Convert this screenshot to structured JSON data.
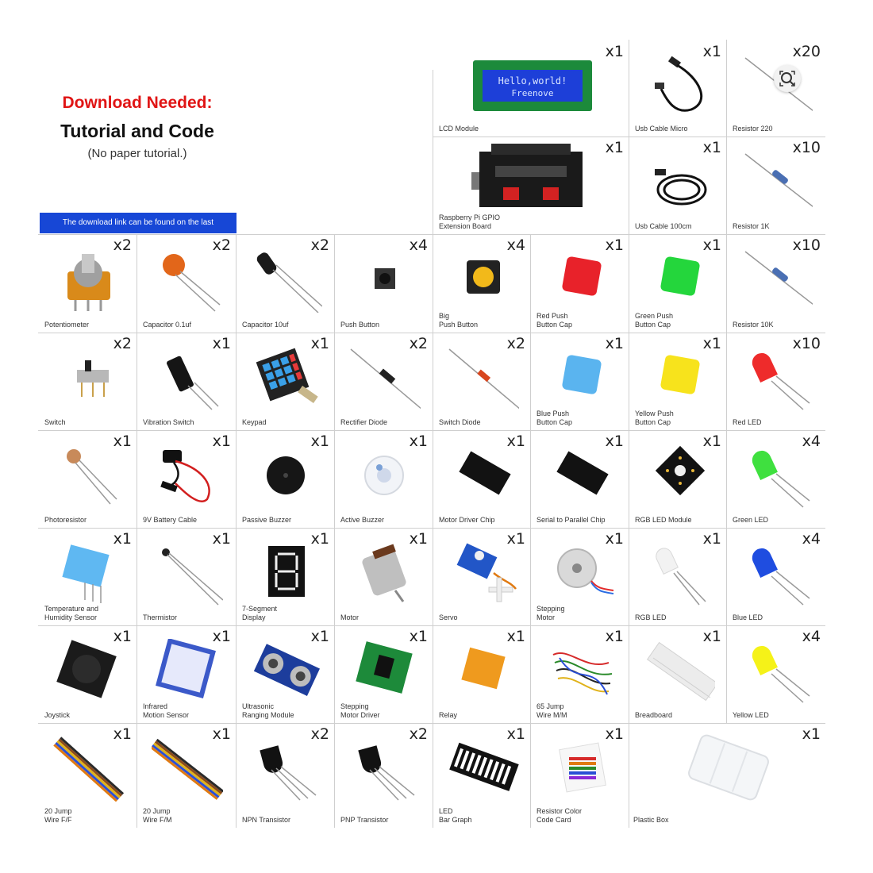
{
  "header": {
    "download_needed": "Download Needed:",
    "tutorial_and_code": "Tutorial and Code",
    "no_paper": "(No paper tutorial.)",
    "blue_banner": "The download link can be found on the last"
  },
  "top_items": [
    {
      "id": "lcd",
      "label": "LCD Module",
      "qty": "x1"
    },
    {
      "id": "usb-micro",
      "label": "Usb Cable Micro",
      "qty": "x1"
    },
    {
      "id": "resistor-220",
      "label": "Resistor 220",
      "qty": "x20"
    },
    {
      "id": "gpio",
      "label": "Raspberry Pi GPIO\nExtension Board",
      "qty": "x1"
    },
    {
      "id": "usb-100cm",
      "label": "Usb Cable 100cm",
      "qty": "x1"
    },
    {
      "id": "resistor-1k",
      "label": "Resistor 1K",
      "qty": "x10"
    }
  ],
  "grid_rows": [
    [
      {
        "id": "potentiometer",
        "label": "Potentiometer",
        "qty": "x2"
      },
      {
        "id": "capacitor-01",
        "label": "Capacitor 0.1uf",
        "qty": "x2"
      },
      {
        "id": "capacitor-10",
        "label": "Capacitor 10uf",
        "qty": "x2"
      },
      {
        "id": "push-button",
        "label": "Push Button",
        "qty": "x4"
      },
      {
        "id": "big-push-button",
        "label": "Big\nPush Button",
        "qty": "x4"
      },
      {
        "id": "red-cap",
        "label": "Red Push\nButton Cap",
        "qty": "x1"
      },
      {
        "id": "green-cap",
        "label": "Green Push\nButton Cap",
        "qty": "x1"
      },
      {
        "id": "resistor-10k",
        "label": "Resistor 10K",
        "qty": "x10"
      }
    ],
    [
      {
        "id": "switch",
        "label": "Switch",
        "qty": "x2"
      },
      {
        "id": "vibration-switch",
        "label": "Vibration Switch",
        "qty": "x1"
      },
      {
        "id": "keypad",
        "label": "Keypad",
        "qty": "x1"
      },
      {
        "id": "rectifier-diode",
        "label": "Rectifier Diode",
        "qty": "x2"
      },
      {
        "id": "switch-diode",
        "label": "Switch Diode",
        "qty": "x2"
      },
      {
        "id": "blue-cap",
        "label": "Blue Push\nButton Cap",
        "qty": "x1"
      },
      {
        "id": "yellow-cap",
        "label": "Yellow Push\nButton Cap",
        "qty": "x1"
      },
      {
        "id": "red-led",
        "label": "Red LED",
        "qty": "x10"
      }
    ],
    [
      {
        "id": "photoresistor",
        "label": "Photoresistor",
        "qty": "x1"
      },
      {
        "id": "battery-cable",
        "label": "9V Battery Cable",
        "qty": "x1"
      },
      {
        "id": "passive-buzzer",
        "label": "Passive Buzzer",
        "qty": "x1"
      },
      {
        "id": "active-buzzer",
        "label": "Active Buzzer",
        "qty": "x1"
      },
      {
        "id": "motor-driver-chip",
        "label": "Motor Driver Chip",
        "qty": "x1"
      },
      {
        "id": "serial-parallel",
        "label": "Serial to Parallel Chip",
        "qty": "x1"
      },
      {
        "id": "rgb-led-module",
        "label": "RGB LED Module",
        "qty": "x1"
      },
      {
        "id": "green-led",
        "label": "Green LED",
        "qty": "x4"
      }
    ],
    [
      {
        "id": "temp-sensor",
        "label": "Temperature and\nHumidity Sensor",
        "qty": "x1"
      },
      {
        "id": "thermistor",
        "label": "Thermistor",
        "qty": "x1"
      },
      {
        "id": "seven-seg",
        "label": "7-Segment\nDisplay",
        "qty": "x1"
      },
      {
        "id": "motor",
        "label": "Motor",
        "qty": "x1"
      },
      {
        "id": "servo",
        "label": "Servo",
        "qty": "x1"
      },
      {
        "id": "stepping-motor",
        "label": "Stepping\nMotor",
        "qty": "x1"
      },
      {
        "id": "rgb-led",
        "label": "RGB LED",
        "qty": "x1"
      },
      {
        "id": "blue-led",
        "label": "Blue LED",
        "qty": "x4"
      }
    ],
    [
      {
        "id": "joystick",
        "label": "Joystick",
        "qty": "x1"
      },
      {
        "id": "infrared-sensor",
        "label": "Infrared\nMotion Sensor",
        "qty": "x1"
      },
      {
        "id": "ultrasonic",
        "label": "Ultrasonic\nRanging Module",
        "qty": "x1"
      },
      {
        "id": "stepper-driver",
        "label": "Stepping\nMotor Driver",
        "qty": "x1"
      },
      {
        "id": "relay",
        "label": "Relay",
        "qty": "x1"
      },
      {
        "id": "jumper-65",
        "label": "65 Jump\nWire M/M",
        "qty": "x1"
      },
      {
        "id": "breadboard",
        "label": "Breadboard",
        "qty": "x1"
      },
      {
        "id": "yellow-led",
        "label": "Yellow LED",
        "qty": "x4"
      }
    ],
    [
      {
        "id": "jump-ff",
        "label": "20 Jump\nWire F/F",
        "qty": "x1"
      },
      {
        "id": "jump-mf",
        "label": "20 Jump\nWire F/M",
        "qty": "x1"
      },
      {
        "id": "npn",
        "label": "NPN Transistor",
        "qty": "x2"
      },
      {
        "id": "pnp",
        "label": "PNP Transistor",
        "qty": "x2"
      },
      {
        "id": "bar-graph",
        "label": "LED\nBar Graph",
        "qty": "x1"
      },
      {
        "id": "color-card",
        "label": "Resistor Color\nCode Card",
        "qty": "x1"
      },
      {
        "id": "plastic-box",
        "label": "Plastic Box",
        "qty": "x1"
      }
    ]
  ]
}
